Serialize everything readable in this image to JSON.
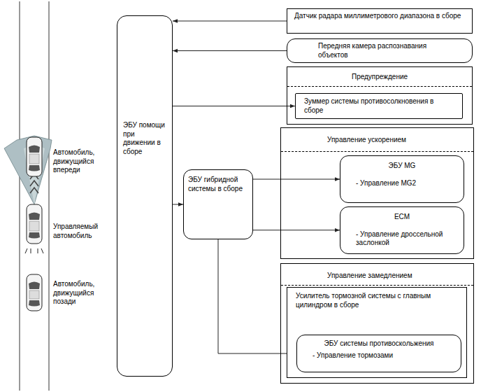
{
  "diagram": {
    "nodes": [
      {
        "text": [
          "ЭБУ помощи при движении в сборе"
        ]
      },
      {
        "text": [
          "Датчик радара миллиметрового диапазона в сборе"
        ]
      },
      {
        "text": [
          "Передняя камера распознавания объектов"
        ]
      },
      {
        "text": [
          "Предупреждение"
        ]
      },
      {
        "text": [
          "Зуммер системы противосолкновения в сборе"
        ],
        "in": 3
      },
      {
        "text": [
          "ЭБУ гибридной системы в сборе"
        ]
      },
      {
        "text": [
          "Управление ускорением"
        ]
      },
      {
        "text": [
          "ЭБУ MG",
          "- Управление MG2"
        ],
        "in": 6
      },
      {
        "text": [
          "ECM",
          "- Управление дроссельной заслонкой"
        ],
        "in": 6
      },
      {
        "text": [
          "Управление замедлением"
        ]
      },
      {
        "text": [
          "Усилитель тормозной системы с главным цилиндром в сборе"
        ],
        "in": 9
      },
      {
        "text": [
          "ЭБУ системы противоскольжения",
          "- Управление тормозами"
        ],
        "in": 10
      }
    ],
    "edges": [
      {
        "from": 1,
        "to": 0,
        "arrow": "to"
      },
      {
        "from": 2,
        "to": 0,
        "arrow": "to"
      },
      {
        "from": 0,
        "to": 4,
        "arrow": "to"
      },
      {
        "from": 0,
        "to": 5,
        "arrow": "to"
      },
      {
        "from": 5,
        "to": 7,
        "arrow": "to"
      },
      {
        "from": 5,
        "to": 8,
        "arrow": "to"
      },
      {
        "from": 5,
        "to": 11,
        "arrow": "to"
      }
    ],
    "labels": [
      "Автомобиль, движущийся впереди",
      "Управляемый автомобиль",
      "Автомобиль, движущийся позади"
    ]
  }
}
